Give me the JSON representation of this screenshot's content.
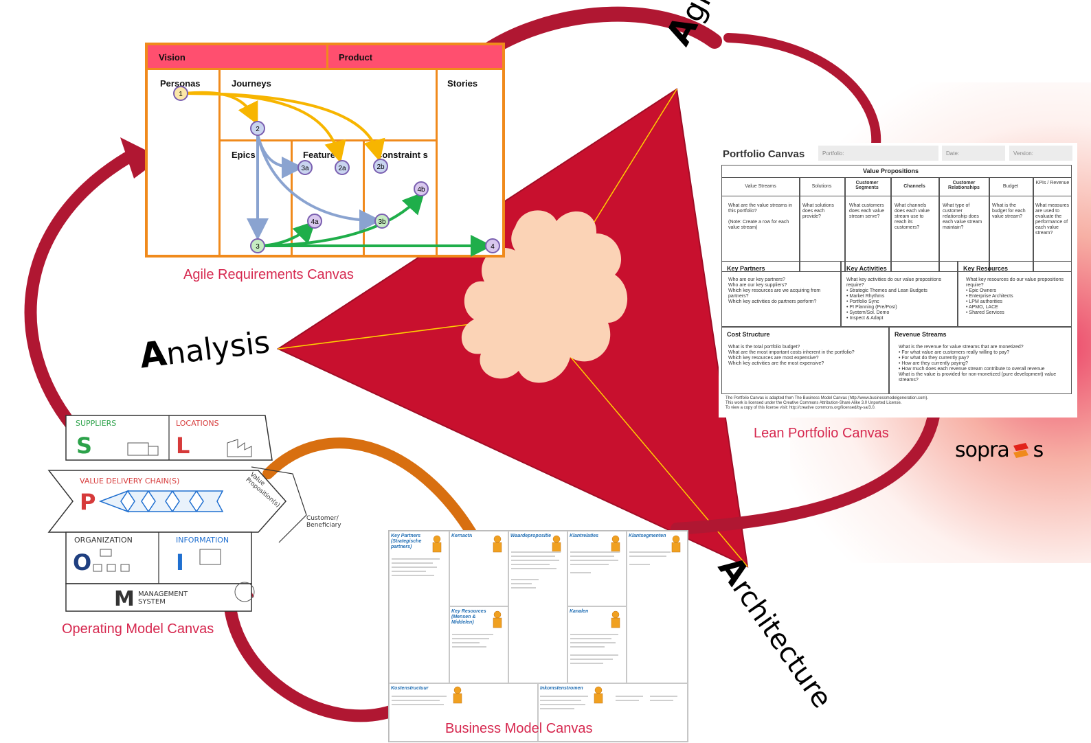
{
  "diagram": {
    "corners": {
      "agile_first": "A",
      "agile_rest": "gile",
      "analysis_first": "A",
      "analysis_rest": "nalysis",
      "architecture_first": "A",
      "architecture_rest": "rchitecture"
    },
    "captions": {
      "agile_requirements": "Agile Requirements Canvas",
      "lean_portfolio": "Lean Portfolio Canvas",
      "operating_model": "Operating Model Canvas",
      "business_model": "Business Model Canvas"
    },
    "colors": {
      "triangle": "#c8102e",
      "arrows": "#b01732",
      "caption": "#d6284f",
      "canvas_border": "#f08a1c",
      "cloud": "#fbd3b6"
    }
  },
  "agile_canvas": {
    "vision": "Vision",
    "product": "Product",
    "personas": "Personas",
    "journeys": "Journeys",
    "stories": "Stories",
    "epics": "Epics",
    "features": "Features",
    "constraints": "Constraint s",
    "nodes": [
      "1",
      "2",
      "3a",
      "2a",
      "2b",
      "4b",
      "4a",
      "3b",
      "3",
      "4"
    ]
  },
  "portfolio_canvas": {
    "title": "Portfolio Canvas",
    "field_portfolio": "Portfolio:",
    "field_date": "Date:",
    "field_version": "Version:",
    "value_propositions": "Value Propositions",
    "columns": [
      "Value Streams",
      "Solutions",
      "Customer Segments",
      "Channels",
      "Customer Relationships",
      "Budget",
      "KPIs / Revenue"
    ],
    "column_texts": [
      "What are the value streams in this portfolio?\n\n(Note: Create a row for each value stream)",
      "What solutions does each provide?",
      "What customers does each value stream serve?",
      "What channels does each value stream use to reach its customers?",
      "What type of customer relationship does each value stream maintain?",
      "What is the budget for each value stream?",
      "What measures are used to evaluate the performance of each value stream?"
    ],
    "key_partners": "Key Partners",
    "key_partners_text": "Who are our key partners?\nWho are our key suppliers?\nWhich key resources are we acquiring from partners?\nWhich key activities do partners perform?",
    "key_activities": "Key Activities",
    "key_activities_text": "What key activities do our value propositions require?\n• Strategic Themes and Lean Budgets\n• Market Rhythms\n• Portfolio Sync\n• PI Planning (Pre/Post)\n• System/Sol. Demo\n• Inspect & Adapt",
    "key_resources": "Key Resources",
    "key_resources_text": "What key resources do our value propositions require?\n• Epic Owners\n• Enterprise Architects\n• LPM authorities\n• APMO, LACE\n• Shared Services",
    "cost_structure": "Cost Structure",
    "cost_structure_text": "What is the total portfolio budget?\nWhat are the most important costs inherent in the portfolio?\nWhich key resources are most expensive?\nWhich key activities are the most expensive?",
    "revenue_streams": "Revenue Streams",
    "revenue_streams_text": "What is the revenue for value streams that are monetized?\n• For what value are customers really willing to pay?\n• For what do they currently pay?\n• How are they currently paying?\n• How much does each revenue stream contribute to overall revenue\nWhat is the value is provided for non-monetized (pure development) value streams?",
    "footer": "The Portfolio Canvas is adapted from The Business Model Canvas (http://www.businessmodelgeneration.com).\nThis work is licensed under the Creative Commons Attribution-Share Alike 3.0 Unported License.\nTo view a copy of this license visit: http://creative commons.org/licensed/by-sa/3.0."
  },
  "operating_model": {
    "suppliers": "SUPPLIERS",
    "locations": "LOCATIONS",
    "value_delivery": "VALUE DELIVERY CHAIN(S)",
    "value_propositions": "Value Proposition(s)",
    "customer": "Customer/ Beneficiary",
    "organization": "ORGANIZATION",
    "information": "INFORMATION",
    "management": "MANAGEMENT SYSTEM",
    "letters": [
      "S",
      "L",
      "P",
      "O",
      "I",
      "M"
    ]
  },
  "business_model": {
    "key_partners": "Key Partners (Strategische partners)",
    "key_activities": "Kernactiviteiten",
    "value_proposition": "Waardepropositie",
    "customer_relationships": "Klantrelaties",
    "customer_segments": "Klantsegmenten",
    "key_resources": "Key Resources (Mensen & Middelen)",
    "channels": "Kanalen",
    "cost_structure": "Kostenstructuur",
    "revenue_streams": "Inkomstenstromen"
  },
  "logo": {
    "text_left": "sopra",
    "text_right": "s"
  }
}
